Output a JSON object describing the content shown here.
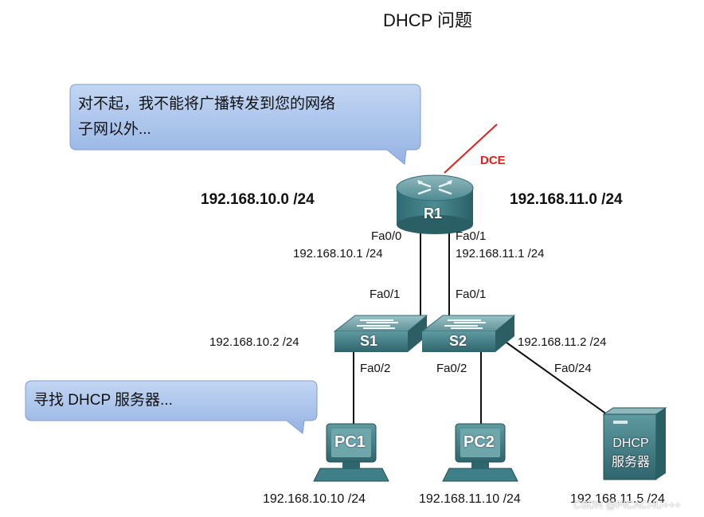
{
  "title": "DHCP 问题",
  "bubbles": {
    "router_msg_line1": "对不起，我不能将广播转发到您的网络",
    "router_msg_line2": "子网以外...",
    "pc_msg": "寻找 DHCP 服务器..."
  },
  "networks": {
    "left": "192.168.10.0 /24",
    "right": "192.168.11.0 /24"
  },
  "router": {
    "name": "R1",
    "dce_label": "DCE",
    "left_port": "Fa0/0",
    "left_ip": "192.168.10.1 /24",
    "right_port": "Fa0/1",
    "right_ip": "192.168.11.1 /24"
  },
  "switches": {
    "s1": {
      "name": "S1",
      "uplink_port": "Fa0/1",
      "ip": "192.168.10.2 /24",
      "down_port": "Fa0/2"
    },
    "s2": {
      "name": "S2",
      "uplink_port": "Fa0/1",
      "ip": "192.168.11.2 /24",
      "down_port": "Fa0/2",
      "server_port": "Fa0/24"
    }
  },
  "hosts": {
    "pc1": {
      "name": "PC1",
      "ip": "192.168.10.10 /24"
    },
    "pc2": {
      "name": "PC2",
      "ip": "192.168.11.10 /24"
    },
    "server": {
      "name_line1": "DHCP",
      "name_line2": "服务器",
      "ip": "192.168.11.5 /24"
    }
  },
  "watermark": "CSDN @PICACHU+++",
  "colors": {
    "bubble_fill": "#a9c4ec",
    "device_teal": "#3f7f87",
    "serial_link": "#e02020"
  }
}
